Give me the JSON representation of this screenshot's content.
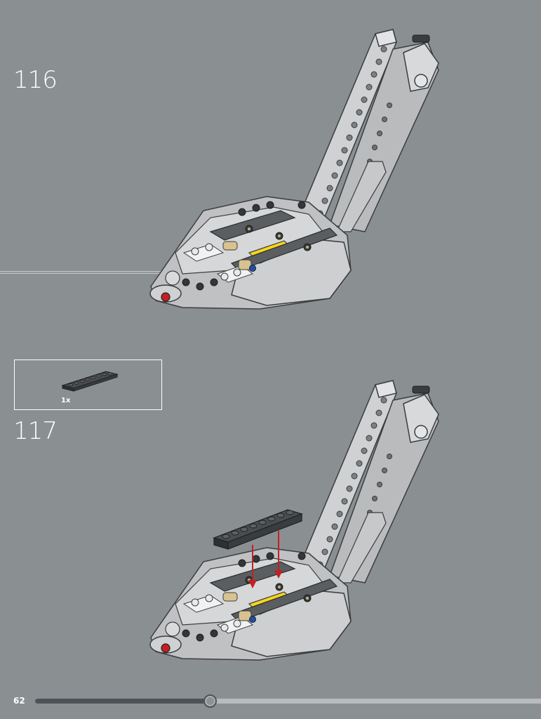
{
  "page": {
    "background": "#8a8f92",
    "page_number": "62"
  },
  "steps": [
    {
      "number": "116"
    },
    {
      "number": "117",
      "parts": [
        {
          "quantity": "1x",
          "part": "dark-grey-plate-1x8-icon",
          "color": "#4a4d50"
        }
      ]
    }
  ],
  "progress": {
    "fraction": 0.345,
    "track_color": "#b9bcbd",
    "fill_color": "#4d5357"
  }
}
